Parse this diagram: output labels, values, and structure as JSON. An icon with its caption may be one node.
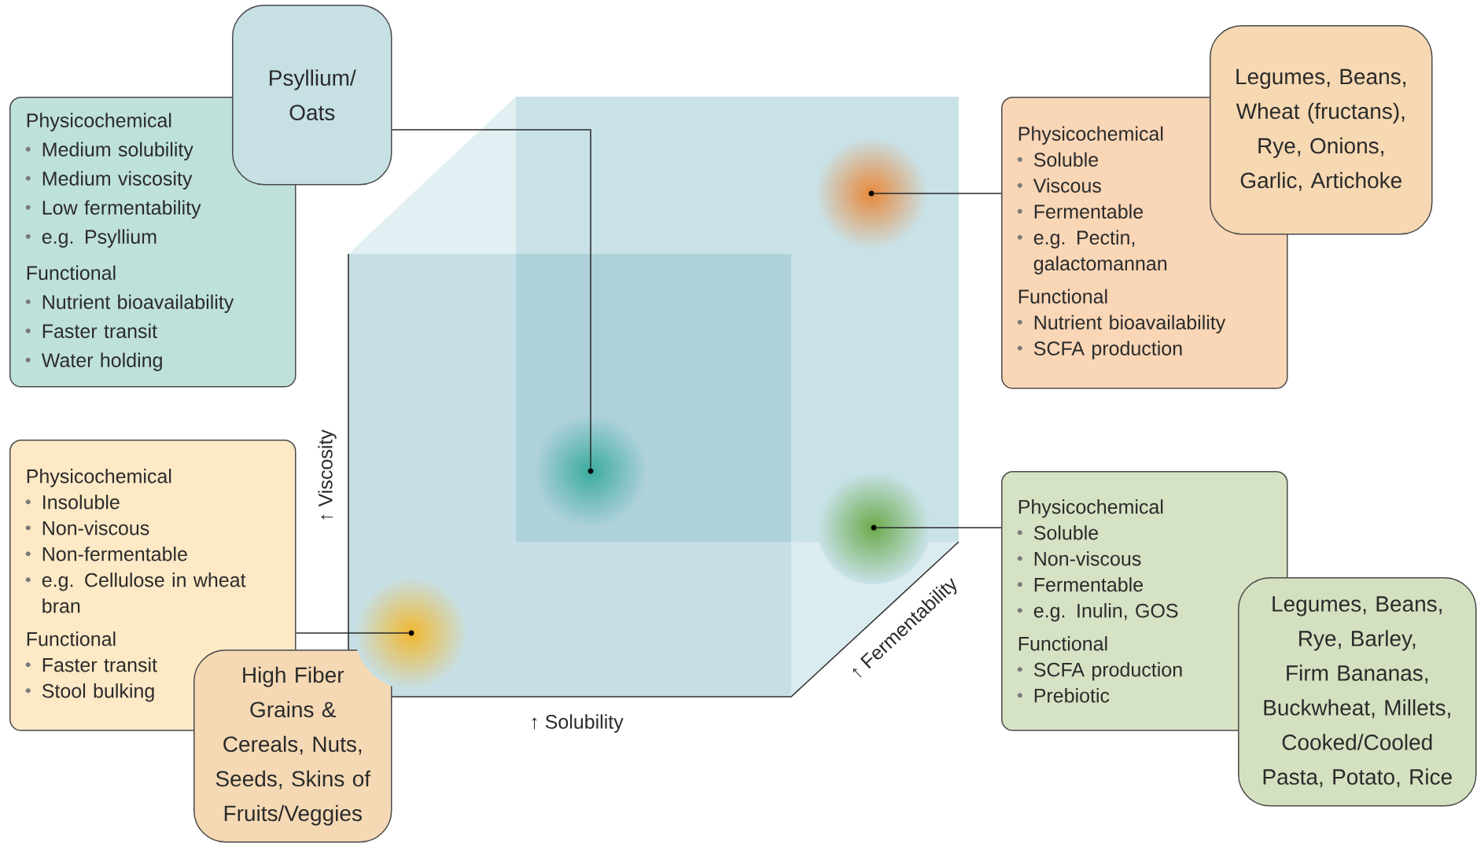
{
  "diagram": {
    "nodes": [
      {
        "text": [
          "Physicochemical",
          "Medium solubility",
          "Medium viscosity",
          "Low fermentability",
          "e.g. Psyllium",
          "Functional",
          "Nutrient bioavailability",
          "Faster transit",
          "Water holding"
        ]
      },
      {
        "text": [
          "Psyllium/ Oats"
        ]
      },
      {
        "text": [],
        "shape": "circle"
      },
      {
        "text": [
          "Physicochemical",
          "Soluble",
          "Viscous",
          "Fermentable",
          "e.g. Pectin, galactomannan",
          "Functional",
          "Nutrient bioavailability",
          "SCFA production"
        ]
      },
      {
        "text": [
          "Legumes, Beans, Wheat (fructans), Rye, Onions, Garlic, Artichoke"
        ]
      },
      {
        "text": [],
        "shape": "circle"
      },
      {
        "text": [
          "Physicochemical",
          "Insoluble",
          "Non-viscous",
          "Non-fermentable",
          "e.g. Cellulose in wheat bran",
          "Functional",
          "Faster transit",
          "Stool bulking"
        ]
      },
      {
        "text": [
          "High Fiber Grains & Cereals, Nuts, Seeds, Skins of Fruits/Veggies"
        ]
      },
      {
        "text": [],
        "shape": "circle"
      },
      {
        "text": [
          "Physicochemical",
          "Soluble",
          "Non-viscous",
          "Fermentable",
          "e.g. Inulin, GOS",
          "Functional",
          "SCFA production",
          "Prebiotic"
        ]
      },
      {
        "text": [
          "Legumes, Beans, Rye, Barley, Firm Bananas, Buckwheat, Millets, Cooked/Cooled Pasta, Potato, Rice"
        ]
      },
      {
        "text": [],
        "shape": "circle"
      }
    ],
    "edges": [
      {
        "from": 1,
        "to": 2,
        "arrow": "none"
      },
      {
        "from": 5,
        "to": 3,
        "arrow": "none"
      },
      {
        "from": 8,
        "to": 6,
        "arrow": "none"
      },
      {
        "from": 11,
        "to": 9,
        "arrow": "none"
      }
    ],
    "labels": [
      "↑ Viscosity",
      "↑ Solubility",
      "↑ Fermentability"
    ]
  }
}
